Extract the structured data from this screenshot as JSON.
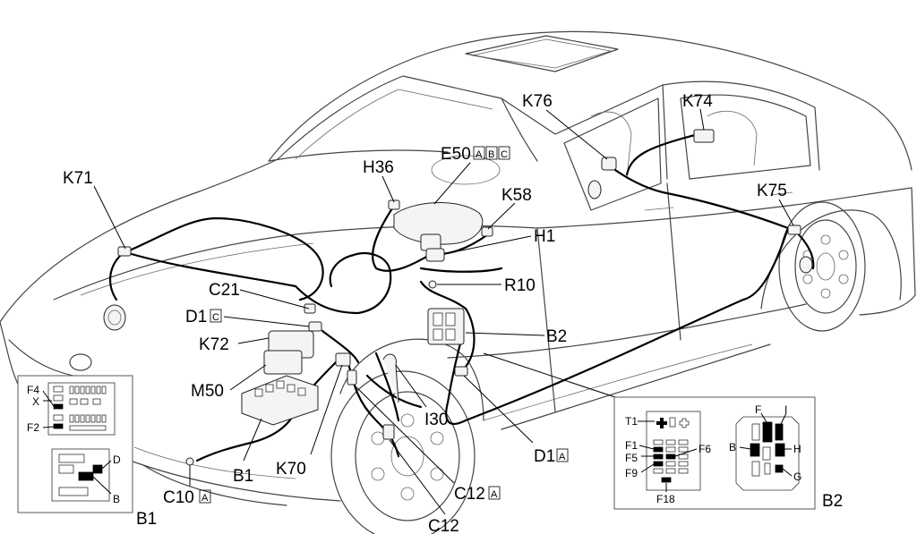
{
  "labels": {
    "k71": "K71",
    "h36": "H36",
    "e50": "E50",
    "e50_suffix": [
      "A",
      "B",
      "C"
    ],
    "k76": "K76",
    "k74": "K74",
    "k58": "K58",
    "h1": "H1",
    "k75": "K75",
    "c21": "C21",
    "r10": "R10",
    "d1c": "D1",
    "d1c_suffix": "C",
    "k72": "K72",
    "b2": "B2",
    "m50": "M50",
    "i30": "I30",
    "b1": "B1",
    "k70": "K70",
    "d1a": "D1",
    "d1a_suffix": "A",
    "c10": "C10",
    "c10_suffix": "A",
    "c12a": "C12",
    "c12a_suffix": "A",
    "c12": "C12"
  },
  "inset_b1": {
    "title": "B1",
    "fuse_labels": [
      "F4",
      "X",
      "F2"
    ],
    "relay_labels": [
      "D",
      "B"
    ]
  },
  "inset_b2": {
    "title": "B2",
    "fuse_labels": [
      "T1",
      "F1",
      "F5",
      "F9",
      "F6",
      "F18"
    ],
    "relay_labels": [
      "F",
      "I",
      "B",
      "H",
      "G"
    ]
  }
}
